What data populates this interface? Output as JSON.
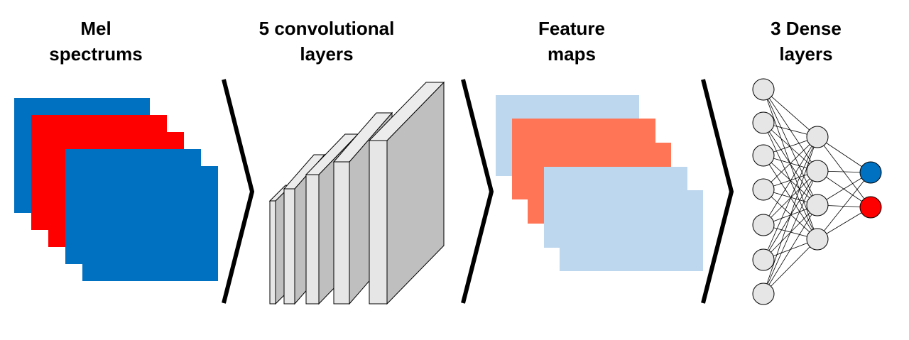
{
  "titles": {
    "mel": {
      "line1": "Mel",
      "line2": "spectrums"
    },
    "conv": {
      "line1": "5 convolutional",
      "line2": "layers"
    },
    "feature": {
      "line1": "Feature",
      "line2": "maps"
    },
    "dense": {
      "line1": "3 Dense",
      "line2": "layers"
    }
  },
  "colors": {
    "mel_blue": "#0070c0",
    "mel_red": "#ff0000",
    "feature_light_blue": "#bdd7ee",
    "feature_orange": "#ff7555",
    "layer_front": "#e6e6e6",
    "layer_side": "#bfbfbf",
    "layer_top": "#ececec",
    "node_fill": "#e6e6e6",
    "output_blue": "#0070c0",
    "output_red": "#ff0000"
  },
  "spectrum_stack": [
    "mel_blue",
    "mel_red",
    "mel_red",
    "mel_blue",
    "mel_blue"
  ],
  "feature_stack": [
    "feature_light_blue",
    "feature_orange",
    "feature_orange",
    "feature_light_blue",
    "feature_light_blue"
  ],
  "dense_network": {
    "layer_sizes": [
      7,
      4,
      2
    ],
    "output_colors": [
      "output_blue",
      "output_red"
    ]
  },
  "conv_layer_count": 5
}
